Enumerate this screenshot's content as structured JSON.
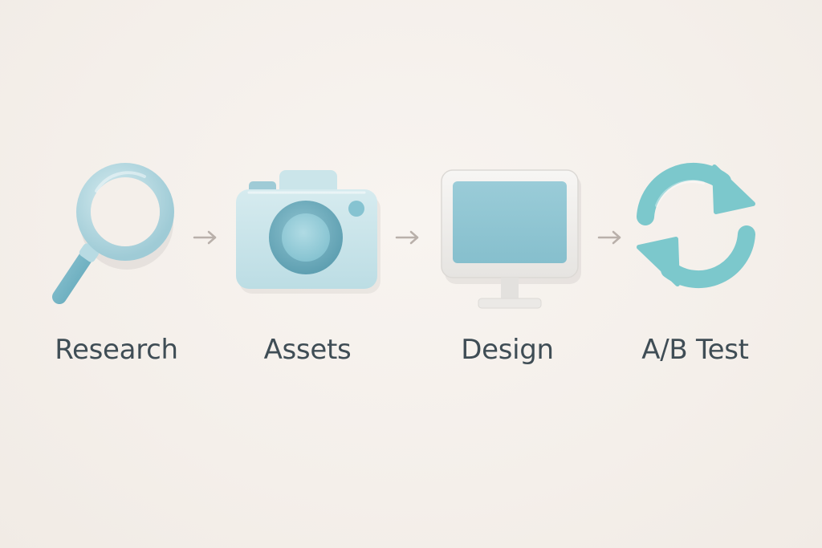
{
  "steps": [
    {
      "label": "Research",
      "icon": "magnifying-glass-icon"
    },
    {
      "label": "Assets",
      "icon": "camera-icon"
    },
    {
      "label": "Design",
      "icon": "monitor-icon"
    },
    {
      "label": "A/B Test",
      "icon": "refresh-cycle-icon"
    }
  ],
  "connector_icon": "arrow-right-icon",
  "colors": {
    "background": "#f5f0eb",
    "icon_light": "#c9e3e8",
    "icon_mid": "#9fcbd6",
    "icon_dark": "#6fb2c2",
    "screen": "#8ec3d2",
    "cycle": "#7cc8cc",
    "arrow": "#b9b0aa",
    "label_text": "#3f4d55"
  }
}
